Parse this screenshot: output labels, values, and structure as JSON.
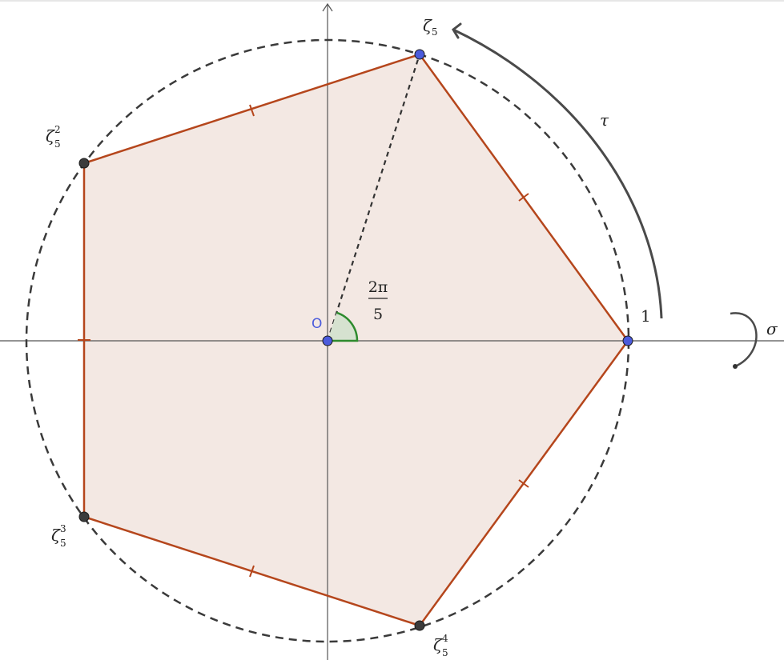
{
  "diagram": {
    "origin_label": "O",
    "angle_label": {
      "numerator": "2π",
      "denominator": "5"
    },
    "vertex_labels": {
      "v0": "1",
      "v1_base": "ζ",
      "v1_sub": "5",
      "v2_base": "ζ",
      "v2_sup": "2",
      "v2_sub": "5",
      "v3_base": "ζ",
      "v3_sup": "3",
      "v3_sub": "5",
      "v4_base": "ζ",
      "v4_sup": "4",
      "v4_sub": "5"
    },
    "tau_label": "τ",
    "sigma_label": "σ",
    "colors": {
      "polygon_fill": "#f3e8e3",
      "polygon_edge": "#b5461c",
      "circle": "#3a3a3a",
      "axis": "#555555",
      "blue_point": "#4b5bdc",
      "dark_point": "#3c3c3c",
      "angle_arc": "#2e8b2e",
      "angle_fill": "#d6e2d0",
      "arrow": "#555555"
    }
  }
}
